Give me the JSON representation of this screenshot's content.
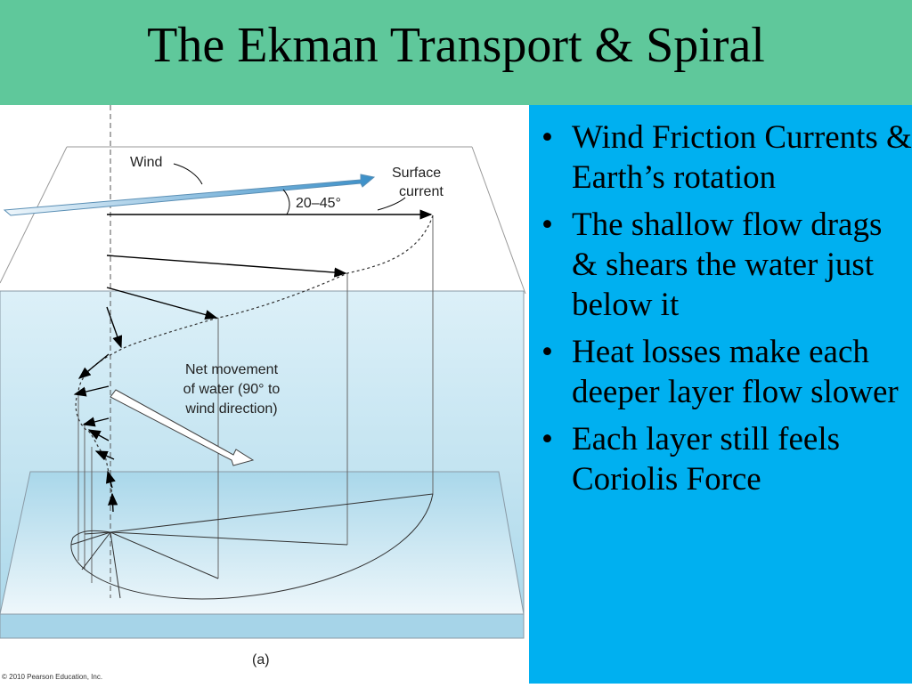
{
  "slide": {
    "title": "The Ekman Transport & Spiral"
  },
  "diagram": {
    "wind_label": "Wind",
    "surface_current_line1": "Surface",
    "surface_current_line2": "current",
    "angle_label": "20–45°",
    "net_movement_line1": "Net movement",
    "net_movement_line2": "of water (90° to",
    "net_movement_line3": "wind direction)",
    "panel_label": "(a)",
    "copyright": "© 2010 Pearson Education, Inc."
  },
  "bullets": [
    "Wind Friction Currents & Earth’s rotation",
    "The shallow flow drags & shears the water just below it",
    "Heat losses make each deeper layer flow slower",
    "Each layer still feels Coriolis Force"
  ],
  "colors": {
    "title_bar": "#5fc89b",
    "bullet_panel": "#00b0f0",
    "water": "#bfe3f1"
  }
}
